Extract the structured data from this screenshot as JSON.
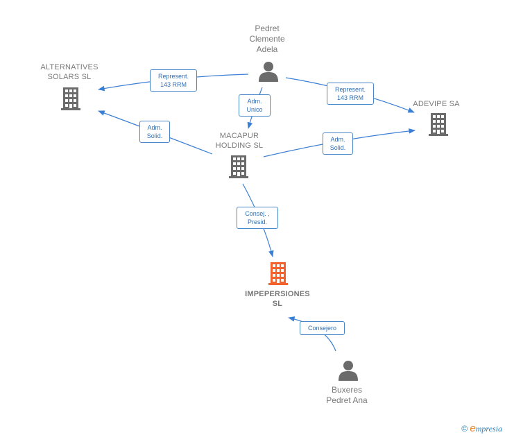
{
  "nodes": {
    "pedret": {
      "label": "Pedret\nClemente\nAdela",
      "type": "person"
    },
    "alternatives": {
      "label": "ALTERNATIVES\nSOLARS  SL",
      "type": "company"
    },
    "adevipe": {
      "label": "ADEVIPE SA",
      "type": "company"
    },
    "macapur": {
      "label": "MACAPUR\nHOLDING  SL",
      "type": "company"
    },
    "impepersiones": {
      "label": "IMPEPERSIONES\nSL",
      "type": "company-focus"
    },
    "buxeres": {
      "label": "Buxeres\nPedret Ana",
      "type": "person"
    }
  },
  "edges": [
    {
      "id": "e1",
      "from": "Pedret Clemente Adela",
      "to": "ALTERNATIVES SOLARS SL",
      "label": "Represent.\n143 RRM"
    },
    {
      "id": "e2",
      "from": "Pedret Clemente Adela",
      "to": "ADEVIPE SA",
      "label": "Represent.\n143 RRM"
    },
    {
      "id": "e3",
      "from": "Pedret Clemente Adela",
      "to": "MACAPUR HOLDING SL",
      "label": "Adm.\nUnico"
    },
    {
      "id": "e4",
      "from": "MACAPUR HOLDING SL",
      "to": "ALTERNATIVES SOLARS SL",
      "label": "Adm.\nSolid."
    },
    {
      "id": "e5",
      "from": "MACAPUR HOLDING SL",
      "to": "ADEVIPE SA",
      "label": "Adm.\nSolid."
    },
    {
      "id": "e6",
      "from": "MACAPUR HOLDING SL",
      "to": "IMPEPERSIONES SL",
      "label": "Consej. ,\nPresid."
    },
    {
      "id": "e7",
      "from": "Buxeres Pedret Ana",
      "to": "IMPEPERSIONES SL",
      "label": "Consejero"
    }
  ],
  "colors": {
    "edge": "#3b7fd4",
    "company": "#6b6b6b",
    "focus": "#f2622e",
    "person": "#6b6b6b"
  },
  "footer": {
    "copyright": "©",
    "brand_e": "e",
    "brand": "mpresia"
  }
}
